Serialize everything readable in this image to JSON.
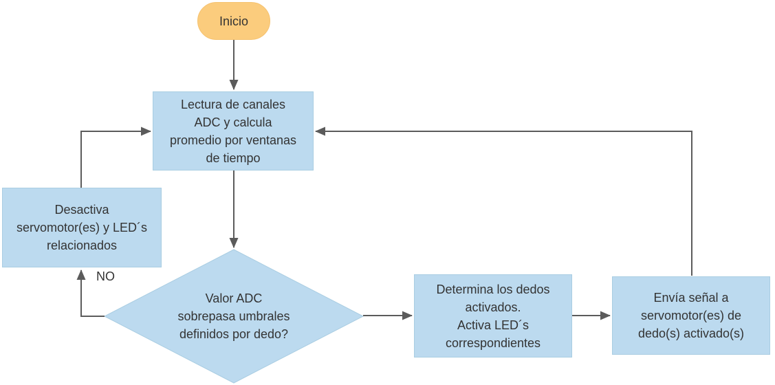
{
  "diagram": {
    "type": "flowchart",
    "colors": {
      "process_fill": "#bcdaef",
      "process_border": "#a9cde2",
      "start_fill": "#fbcc7d",
      "arrow": "#5b5b5b",
      "text": "#333333"
    },
    "nodes": {
      "start": {
        "label": "Inicio"
      },
      "read_adc": {
        "label": "Lectura de canales\nADC y calcula\npromedio por ventanas\nde tiempo"
      },
      "decision": {
        "label": "Valor ADC\nsobrepasa umbrales\ndefinidos por dedo?"
      },
      "deactivate": {
        "label": "Desactiva\nservomotor(es) y LED´s\nrelacionados"
      },
      "determine": {
        "label": "Determina los dedos\nactivados.\nActiva LED´s\ncorrespondientes"
      },
      "send": {
        "label": "Envía señal a\nservomotor(es) de\ndedo(s) activado(s)"
      }
    },
    "edge_labels": {
      "no": "NO"
    }
  }
}
